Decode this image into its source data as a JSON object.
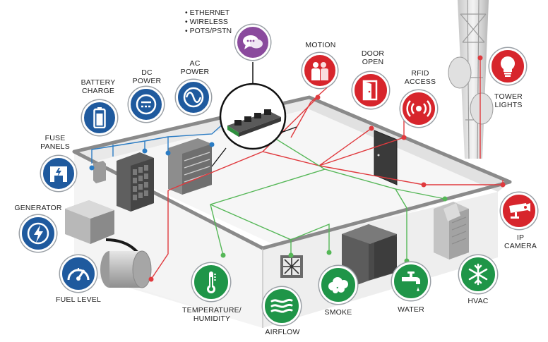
{
  "colors": {
    "power": "#1f5a9e",
    "security": "#d7252c",
    "environment": "#1f9548",
    "comms": "#8a4a9d",
    "power_wire": "#2b7cc4",
    "security_wire": "#e03a3e",
    "env_wire": "#55b757"
  },
  "comms": {
    "bullets": "• ETHERNET\n• WIRELESS\n• POTS/PSTN",
    "icon": "speech-bubbles-icon"
  },
  "sensors": {
    "battery_charge": {
      "label": "BATTERY\nCHARGE",
      "icon": "battery-icon"
    },
    "dc_power": {
      "label": "DC\nPOWER",
      "icon": "dc-power-icon"
    },
    "ac_power": {
      "label": "AC\nPOWER",
      "icon": "sine-wave-icon"
    },
    "fuse_panels": {
      "label": "FUSE\nPANELS",
      "icon": "fuse-panel-icon"
    },
    "generator": {
      "label": "GENERATOR",
      "icon": "lightning-icon"
    },
    "fuel_level": {
      "label": "FUEL LEVEL",
      "icon": "gauge-icon"
    },
    "motion": {
      "label": "MOTION",
      "icon": "people-icon"
    },
    "door_open": {
      "label": "DOOR\nOPEN",
      "icon": "open-door-icon"
    },
    "rfid_access": {
      "label": "RFID\nACCESS",
      "icon": "rfid-signal-icon"
    },
    "tower_lights": {
      "label": "TOWER\nLIGHTS",
      "icon": "light-bulb-icon"
    },
    "ip_camera": {
      "label": "IP\nCAMERA",
      "icon": "security-camera-icon"
    },
    "temperature": {
      "label": "TEMPERATURE/\nHUMIDITY",
      "icon": "thermometer-icon"
    },
    "airflow": {
      "label": "AIRFLOW",
      "icon": "wind-icon"
    },
    "smoke": {
      "label": "SMOKE",
      "icon": "smoke-icon"
    },
    "water": {
      "label": "WATER",
      "icon": "faucet-icon"
    },
    "hvac": {
      "label": "HVAC",
      "icon": "snowflake-icon"
    }
  }
}
